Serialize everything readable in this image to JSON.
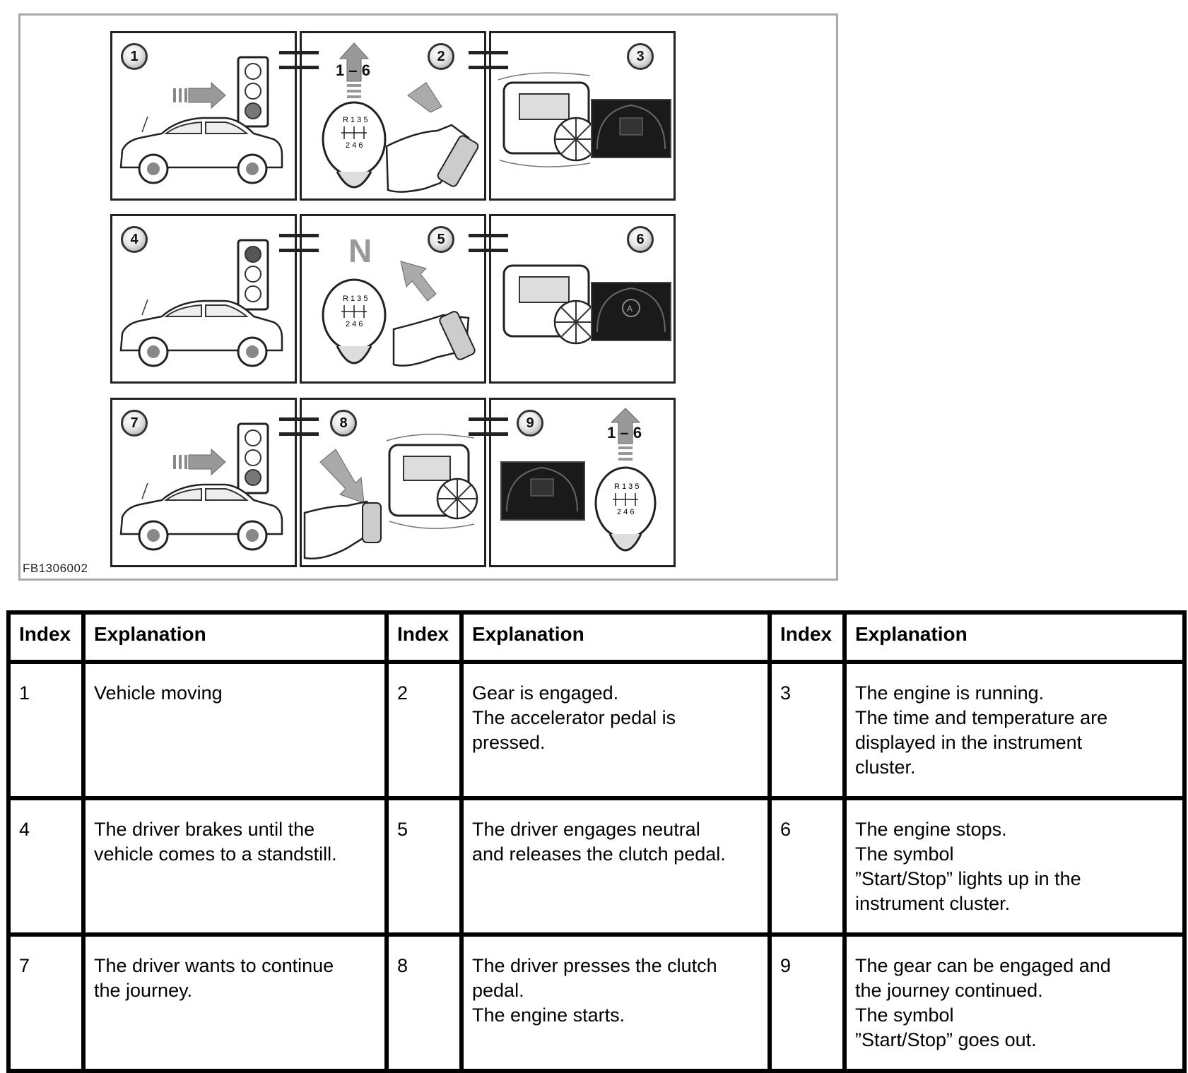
{
  "figure": {
    "code": "FB1306002",
    "panels": [
      {
        "number": "1"
      },
      {
        "number": "2",
        "gear_text": "1 – 6"
      },
      {
        "number": "3"
      },
      {
        "number": "4"
      },
      {
        "number": "5",
        "neutral_text": "N"
      },
      {
        "number": "6"
      },
      {
        "number": "7"
      },
      {
        "number": "8"
      },
      {
        "number": "9",
        "gear_text": "1 – 6"
      }
    ]
  },
  "table": {
    "headers": [
      "Index",
      "Explanation",
      "Index",
      "Explanation",
      "Index",
      "Explanation"
    ],
    "rows": [
      [
        {
          "index": "1",
          "text": "Vehicle moving"
        },
        {
          "index": "2",
          "text": "Gear is engaged.\nThe accelerator pedal is\npressed."
        },
        {
          "index": "3",
          "text": "The engine is running.\nThe time and temperature are\ndisplayed in the instrument\ncluster."
        }
      ],
      [
        {
          "index": "4",
          "text": "The driver brakes until the\nvehicle comes to a standstill."
        },
        {
          "index": "5",
          "text": "The driver engages neutral\nand releases the clutch pedal."
        },
        {
          "index": "6",
          "text": "The engine stops.\nThe symbol\n”Start/Stop” lights up in the\ninstrument cluster."
        }
      ],
      [
        {
          "index": "7",
          "text": "The driver wants to continue\nthe journey."
        },
        {
          "index": "8",
          "text": "The driver presses the clutch\npedal.\nThe engine starts."
        },
        {
          "index": "9",
          "text": "The gear can be engaged and\nthe journey continued.\nThe symbol\n”Start/Stop” goes out."
        }
      ]
    ]
  }
}
